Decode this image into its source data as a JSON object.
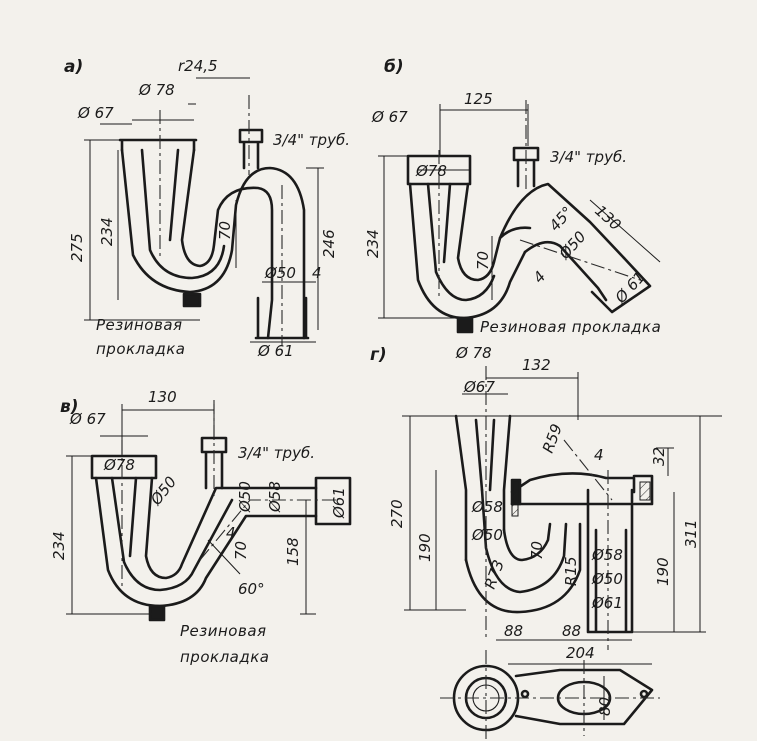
{
  "panels": {
    "a": {
      "label": "а)",
      "dims": [
        "r24,5",
        "Ø 78",
        "Ø 67",
        "3/4\" труб.",
        "275",
        "234",
        "70",
        "246",
        "Ø50",
        "4",
        "Ø 61"
      ],
      "note": [
        "Резиновая",
        "прокладка"
      ]
    },
    "b": {
      "label": "б)",
      "dims": [
        "125",
        "Ø 67",
        "Ø78",
        "3/4\" труб.",
        "130",
        "45°",
        "Ø50",
        "234",
        "70",
        "4",
        "Ø 61",
        "Ø 78"
      ],
      "note": [
        "Резиновая прокладка"
      ]
    },
    "v": {
      "label": "в)",
      "dims": [
        "130",
        "Ø 67",
        "Ø78",
        "3/4\" труб.",
        "Ø50",
        "Ø50",
        "Ø58",
        "Ø61",
        "234",
        "70",
        "158",
        "4",
        "60°"
      ],
      "note": [
        "Резиновая",
        "прокладка"
      ]
    },
    "g": {
      "label": "г)",
      "dims": [
        "132",
        "Ø67",
        "R59",
        "4",
        "32",
        "270",
        "311",
        "190",
        "Ø58",
        "Ø50",
        "70",
        "R73",
        "R15",
        "Ø58",
        "Ø50",
        "Ø61",
        "190",
        "88",
        "88",
        "204",
        "80"
      ]
    }
  }
}
